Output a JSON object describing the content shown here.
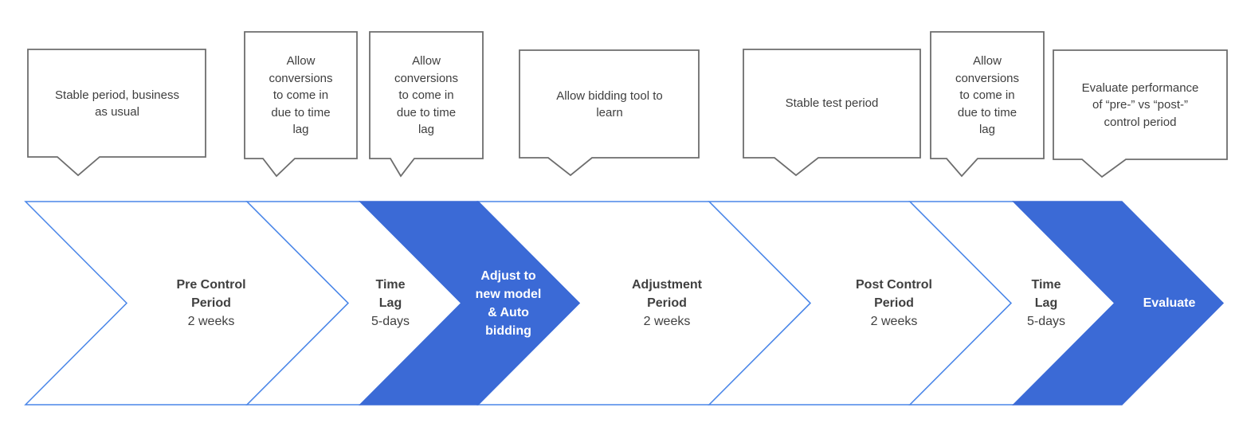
{
  "colors": {
    "accent_blue_fill": "#3B6AD6",
    "chevron_outline_blue": "#4A86E8",
    "callout_border_gray": "#6D6D6D",
    "chevron_text": "#404040",
    "callout_text": "#3E3E3E"
  },
  "callouts": [
    {
      "text": "Stable period, business\nas usual"
    },
    {
      "text": "Allow\nconversions\nto come in\ndue to time\nlag"
    },
    {
      "text": "Allow\nconversions\nto come in\ndue to time\nlag"
    },
    {
      "text": "Allow bidding tool to\nlearn"
    },
    {
      "text": "Stable test period"
    },
    {
      "text": "Allow\nconversions\nto come in\ndue to time\nlag"
    },
    {
      "text": "Evaluate performance\nof “pre-” vs “post-”\ncontrol period"
    }
  ],
  "chevrons": [
    {
      "title": "Pre Control\nPeriod",
      "subtitle": "2 weeks",
      "style": "outline"
    },
    {
      "title": "Time\nLag",
      "subtitle": "5-days",
      "style": "outline"
    },
    {
      "title": "Adjust to\nnew model\n& Auto\nbidding",
      "subtitle": "",
      "style": "filled"
    },
    {
      "title": "Adjustment\nPeriod",
      "subtitle": "2 weeks",
      "style": "outline"
    },
    {
      "title": "Post Control\nPeriod",
      "subtitle": "2 weeks",
      "style": "outline"
    },
    {
      "title": "Time\nLag",
      "subtitle": "5-days",
      "style": "outline"
    },
    {
      "title": "Evaluate",
      "subtitle": "",
      "style": "filled"
    }
  ]
}
